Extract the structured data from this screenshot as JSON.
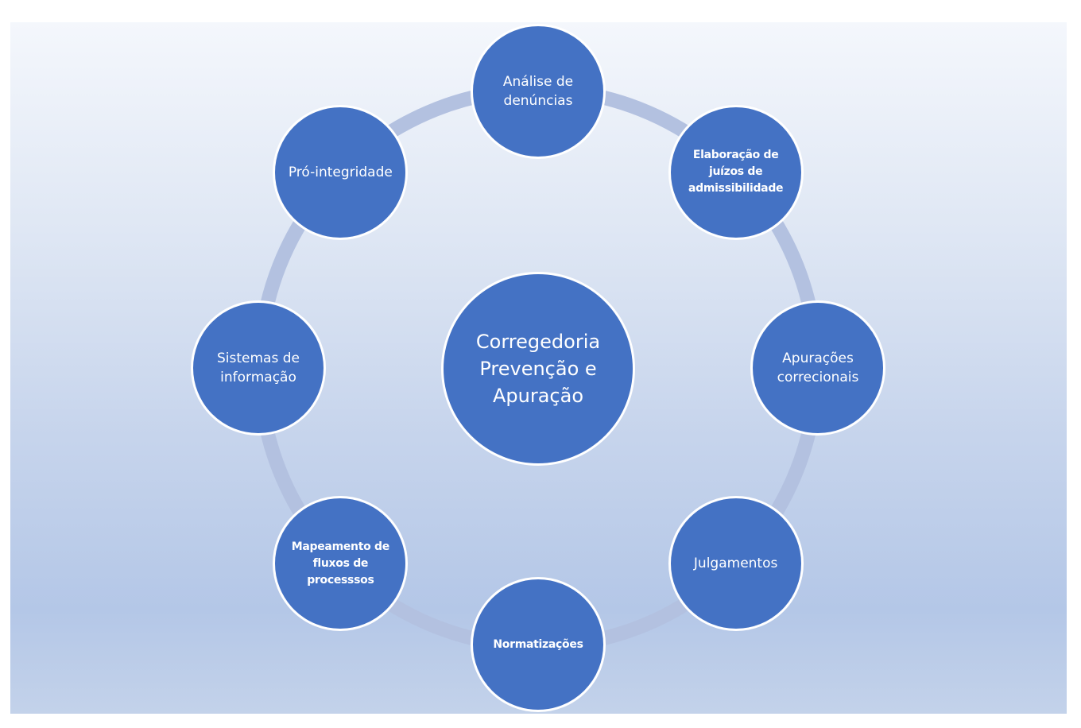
{
  "colors": {
    "node": "#4472c4",
    "ring": "#b3c1e0",
    "border": "#ffffff"
  },
  "center": {
    "label": "Corregedoria Prevenção e Apuração"
  },
  "nodes": [
    {
      "label": "Análise de denúncias",
      "bold": false
    },
    {
      "label": "Elaboração de juízos de admissibilidade",
      "bold": true
    },
    {
      "label": "Apurações correcionais",
      "bold": false
    },
    {
      "label": "Julgamentos",
      "bold": false
    },
    {
      "label": "Normatizações",
      "bold": true
    },
    {
      "label": "Mapeamento de fluxos de processsos",
      "bold": true
    },
    {
      "label": "Sistemas de informação",
      "bold": false
    },
    {
      "label": "Pró-integridade",
      "bold": false
    }
  ]
}
